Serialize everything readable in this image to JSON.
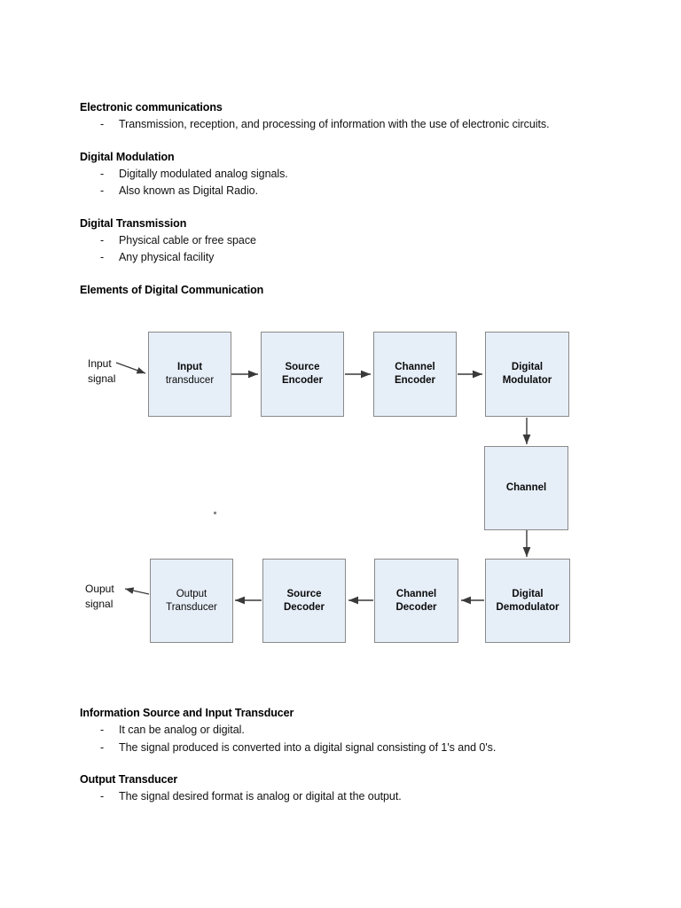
{
  "document": {
    "sections": [
      {
        "heading": "Electronic communications",
        "bullets": [
          "Transmission, reception, and processing of information with the use of electronic circuits."
        ]
      },
      {
        "heading": "Digital Modulation",
        "bullets": [
          "Digitally modulated analog signals.",
          "Also known as Digital Radio."
        ]
      },
      {
        "heading": "Digital Transmission",
        "bullets": [
          "Physical cable or free space",
          "Any physical facility"
        ]
      },
      {
        "heading": "Elements of Digital Communication",
        "bullets": []
      }
    ],
    "sections_after_diagram": [
      {
        "heading": "Information Source and Input Transducer",
        "bullets": [
          "It can be analog or digital.",
          "The signal produced is converted into a digital signal consisting of 1's and 0's."
        ]
      },
      {
        "heading": "Output Transducer",
        "bullets": [
          "The signal desired format is analog or digital at the output."
        ]
      }
    ],
    "bullet_marker": "-"
  },
  "diagram": {
    "title": "Elements of Digital Communication block diagram",
    "colors": {
      "box_fill": "#e6eef8",
      "box_border": "#8a8a8a",
      "arrow": "#3a3a3a",
      "text": "#0b0b0b"
    },
    "input_label": "Input\nsignal",
    "output_label": "Ouput\nsignal",
    "nodes": {
      "input_transducer": {
        "line1": "Input",
        "line2": "transducer"
      },
      "source_encoder": {
        "line1": "Source",
        "line2": "Encoder"
      },
      "channel_encoder": {
        "line1": "Channel",
        "line2": "Encoder"
      },
      "digital_modulator": {
        "line1": "Digital",
        "line2": "Modulator"
      },
      "channel": {
        "line1": "Channel",
        "line2": ""
      },
      "digital_demodulator": {
        "line1": "Digital",
        "line2": "Demodulator"
      },
      "channel_decoder": {
        "line1": "Channel",
        "line2": "Decoder"
      },
      "source_decoder": {
        "line1": "Source",
        "line2": "Decoder"
      },
      "output_transducer": {
        "line1": "Output",
        "line2": "Transducer"
      }
    }
  }
}
